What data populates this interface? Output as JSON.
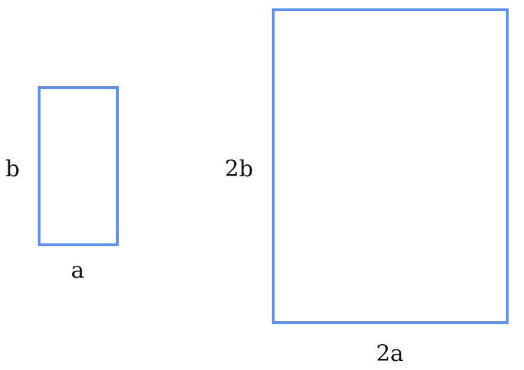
{
  "colors": {
    "stroke": "#5b8ff9",
    "text": "#111111",
    "background": "#ffffff"
  },
  "small_rectangle": {
    "width_label": "a",
    "height_label": "b"
  },
  "large_rectangle": {
    "width_label": "2a",
    "height_label": "2b"
  }
}
